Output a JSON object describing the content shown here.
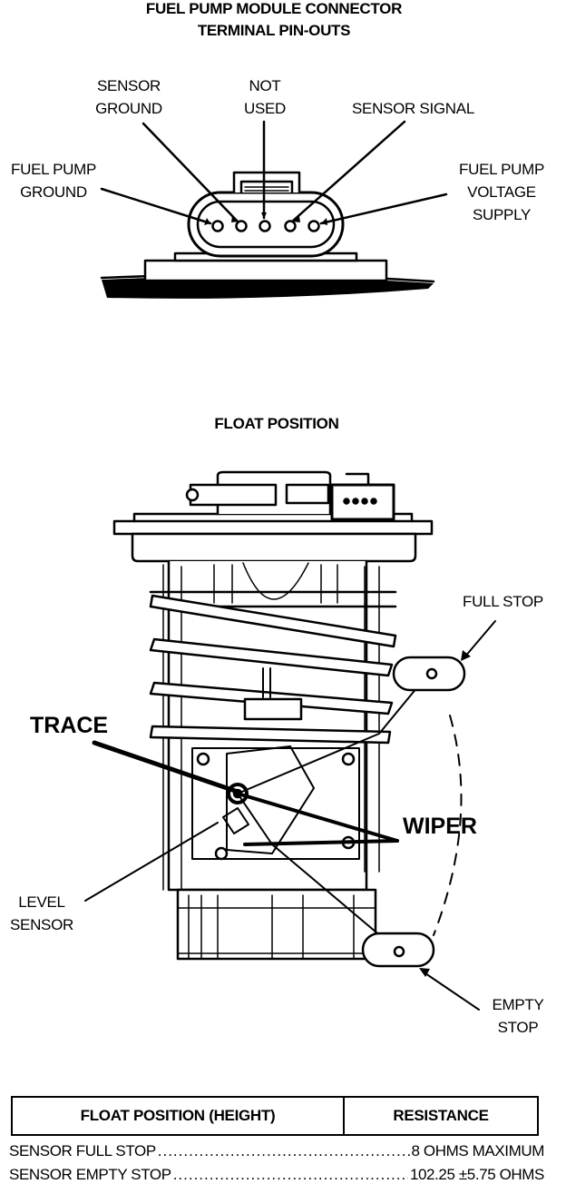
{
  "connector": {
    "title_line1": "FUEL PUMP MODULE CONNECTOR",
    "title_line2": "TERMINAL PIN-OUTS",
    "sensor_ground": [
      "SENSOR",
      "GROUND"
    ],
    "not_used": [
      "NOT",
      "USED"
    ],
    "sensor_signal": "SENSOR SIGNAL",
    "fuel_pump_ground": [
      "FUEL PUMP",
      "GROUND"
    ],
    "fuel_pump_voltage_supply": [
      "FUEL PUMP",
      "VOLTAGE",
      "SUPPLY"
    ]
  },
  "float": {
    "title": "FLOAT POSITION",
    "full_stop": "FULL STOP",
    "trace": "TRACE",
    "wiper": "WIPER",
    "level_sensor": [
      "LEVEL",
      "SENSOR"
    ],
    "empty_stop": [
      "EMPTY",
      "STOP"
    ]
  },
  "table": {
    "headers": [
      "FLOAT POSITION (HEIGHT)",
      "RESISTANCE"
    ],
    "rows": [
      {
        "label": "SENSOR FULL STOP",
        "value": "8 OHMS MAXIMUM"
      },
      {
        "label": "SENSOR EMPTY STOP",
        "value": "102.25 ±5.75 OHMS"
      }
    ]
  }
}
